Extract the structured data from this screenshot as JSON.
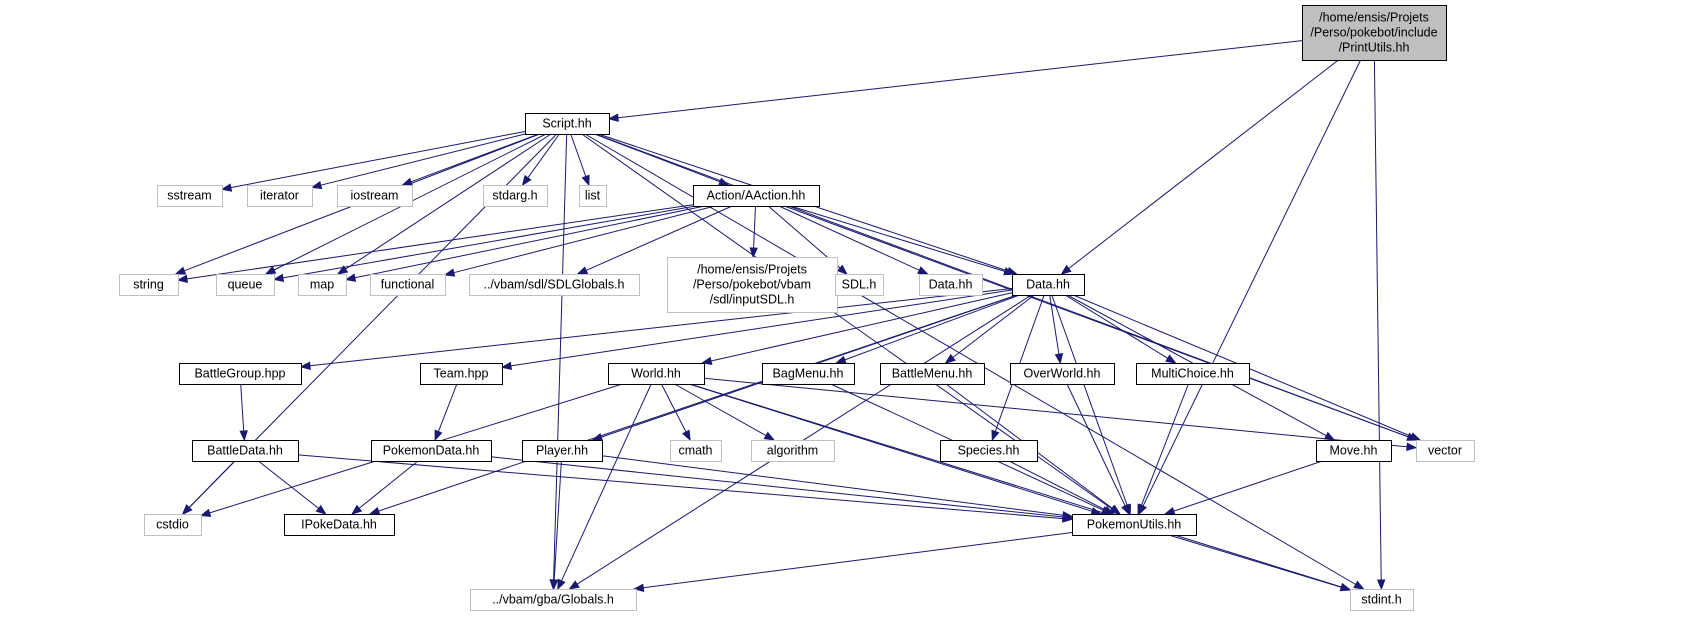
{
  "colors": {
    "edge": "#191970",
    "node_border": "#000000",
    "external_border": "#bfbfbf",
    "root_fill": "#bfbfbf",
    "background": "#ffffff"
  },
  "nodes": [
    {
      "id": "printutils",
      "lines": [
        "/home/ensis/Projets",
        "/Perso/pokebot/include",
        "/PrintUtils.hh"
      ],
      "style": "root"
    },
    {
      "id": "script",
      "lines": [
        "Script.hh"
      ],
      "style": "normal"
    },
    {
      "id": "sstream",
      "lines": [
        "sstream"
      ],
      "style": "external"
    },
    {
      "id": "iterator",
      "lines": [
        "iterator"
      ],
      "style": "external"
    },
    {
      "id": "iostream",
      "lines": [
        "iostream"
      ],
      "style": "external"
    },
    {
      "id": "stdarg",
      "lines": [
        "stdarg.h"
      ],
      "style": "external"
    },
    {
      "id": "list",
      "lines": [
        "list"
      ],
      "style": "external"
    },
    {
      "id": "aaction",
      "lines": [
        "Action/AAction.hh"
      ],
      "style": "normal"
    },
    {
      "id": "string",
      "lines": [
        "string"
      ],
      "style": "external"
    },
    {
      "id": "queue",
      "lines": [
        "queue"
      ],
      "style": "external"
    },
    {
      "id": "map",
      "lines": [
        "map"
      ],
      "style": "external"
    },
    {
      "id": "functional",
      "lines": [
        "functional"
      ],
      "style": "external"
    },
    {
      "id": "sdlglobals",
      "lines": [
        "../vbam/sdl/SDLGlobals.h"
      ],
      "style": "external"
    },
    {
      "id": "inputsdl",
      "lines": [
        "/home/ensis/Projets",
        "/Perso/pokebot/vbam",
        "/sdl/inputSDL.h"
      ],
      "style": "external"
    },
    {
      "id": "sdlh",
      "lines": [
        "SDL.h"
      ],
      "style": "external"
    },
    {
      "id": "datahh_ext",
      "lines": [
        "Data.hh"
      ],
      "style": "external"
    },
    {
      "id": "datahh",
      "lines": [
        "Data.hh"
      ],
      "style": "normal"
    },
    {
      "id": "battlegroup",
      "lines": [
        "BattleGroup.hpp"
      ],
      "style": "normal"
    },
    {
      "id": "team",
      "lines": [
        "Team.hpp"
      ],
      "style": "normal"
    },
    {
      "id": "world",
      "lines": [
        "World.hh"
      ],
      "style": "normal"
    },
    {
      "id": "bagmenu",
      "lines": [
        "BagMenu.hh"
      ],
      "style": "normal"
    },
    {
      "id": "battlemenu",
      "lines": [
        "BattleMenu.hh"
      ],
      "style": "normal"
    },
    {
      "id": "overworld",
      "lines": [
        "OverWorld.hh"
      ],
      "style": "normal"
    },
    {
      "id": "multichoice",
      "lines": [
        "MultiChoice.hh"
      ],
      "style": "normal"
    },
    {
      "id": "battledata",
      "lines": [
        "BattleData.hh"
      ],
      "style": "normal"
    },
    {
      "id": "pokemondata",
      "lines": [
        "PokemonData.hh"
      ],
      "style": "normal"
    },
    {
      "id": "player",
      "lines": [
        "Player.hh"
      ],
      "style": "normal"
    },
    {
      "id": "cmath",
      "lines": [
        "cmath"
      ],
      "style": "external"
    },
    {
      "id": "algorithm",
      "lines": [
        "algorithm"
      ],
      "style": "external"
    },
    {
      "id": "species",
      "lines": [
        "Species.hh"
      ],
      "style": "normal"
    },
    {
      "id": "move",
      "lines": [
        "Move.hh"
      ],
      "style": "normal"
    },
    {
      "id": "vector",
      "lines": [
        "vector"
      ],
      "style": "external"
    },
    {
      "id": "cstdio",
      "lines": [
        "cstdio"
      ],
      "style": "external"
    },
    {
      "id": "ipokedata",
      "lines": [
        "IPokeData.hh"
      ],
      "style": "normal"
    },
    {
      "id": "pokemonutils",
      "lines": [
        "PokemonUtils.hh"
      ],
      "style": "normal"
    },
    {
      "id": "globals",
      "lines": [
        "../vbam/gba/Globals.h"
      ],
      "style": "external"
    },
    {
      "id": "stdint",
      "lines": [
        "stdint.h"
      ],
      "style": "external"
    }
  ]
}
